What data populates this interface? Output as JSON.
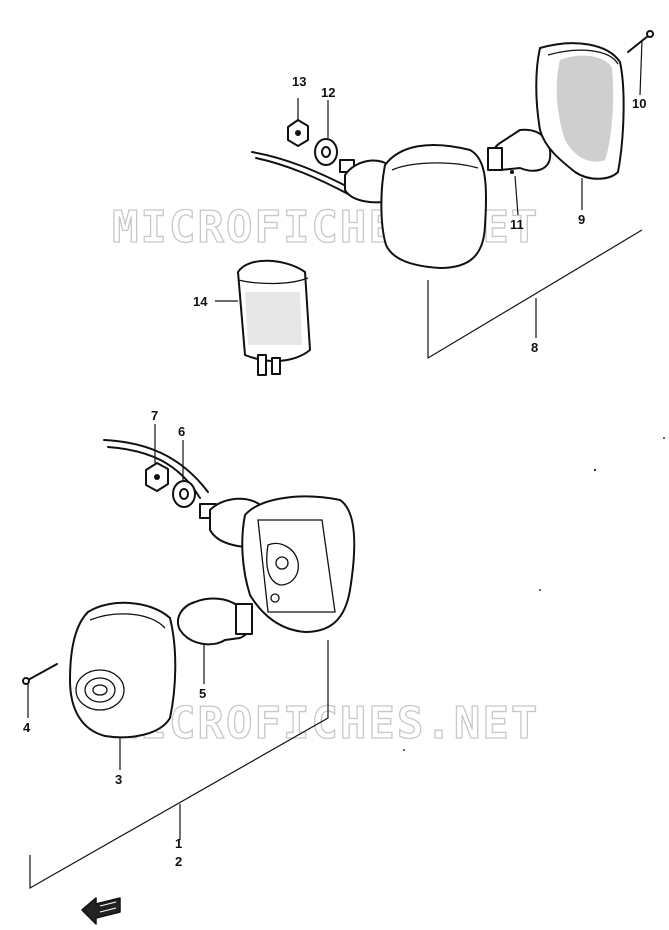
{
  "watermarks": [
    "MICROFICHES.NET",
    "MICROFICHES.NET"
  ],
  "callouts": {
    "c1": "1",
    "c2": "2",
    "c3": "3",
    "c4": "4",
    "c5": "5",
    "c6": "6",
    "c7": "7",
    "c8": "8",
    "c9": "9",
    "c10": "10",
    "c11": "11",
    "c12": "12",
    "c13": "13",
    "c14": "14"
  },
  "icons": {
    "direction_arrow": "arrow-left-icon"
  }
}
